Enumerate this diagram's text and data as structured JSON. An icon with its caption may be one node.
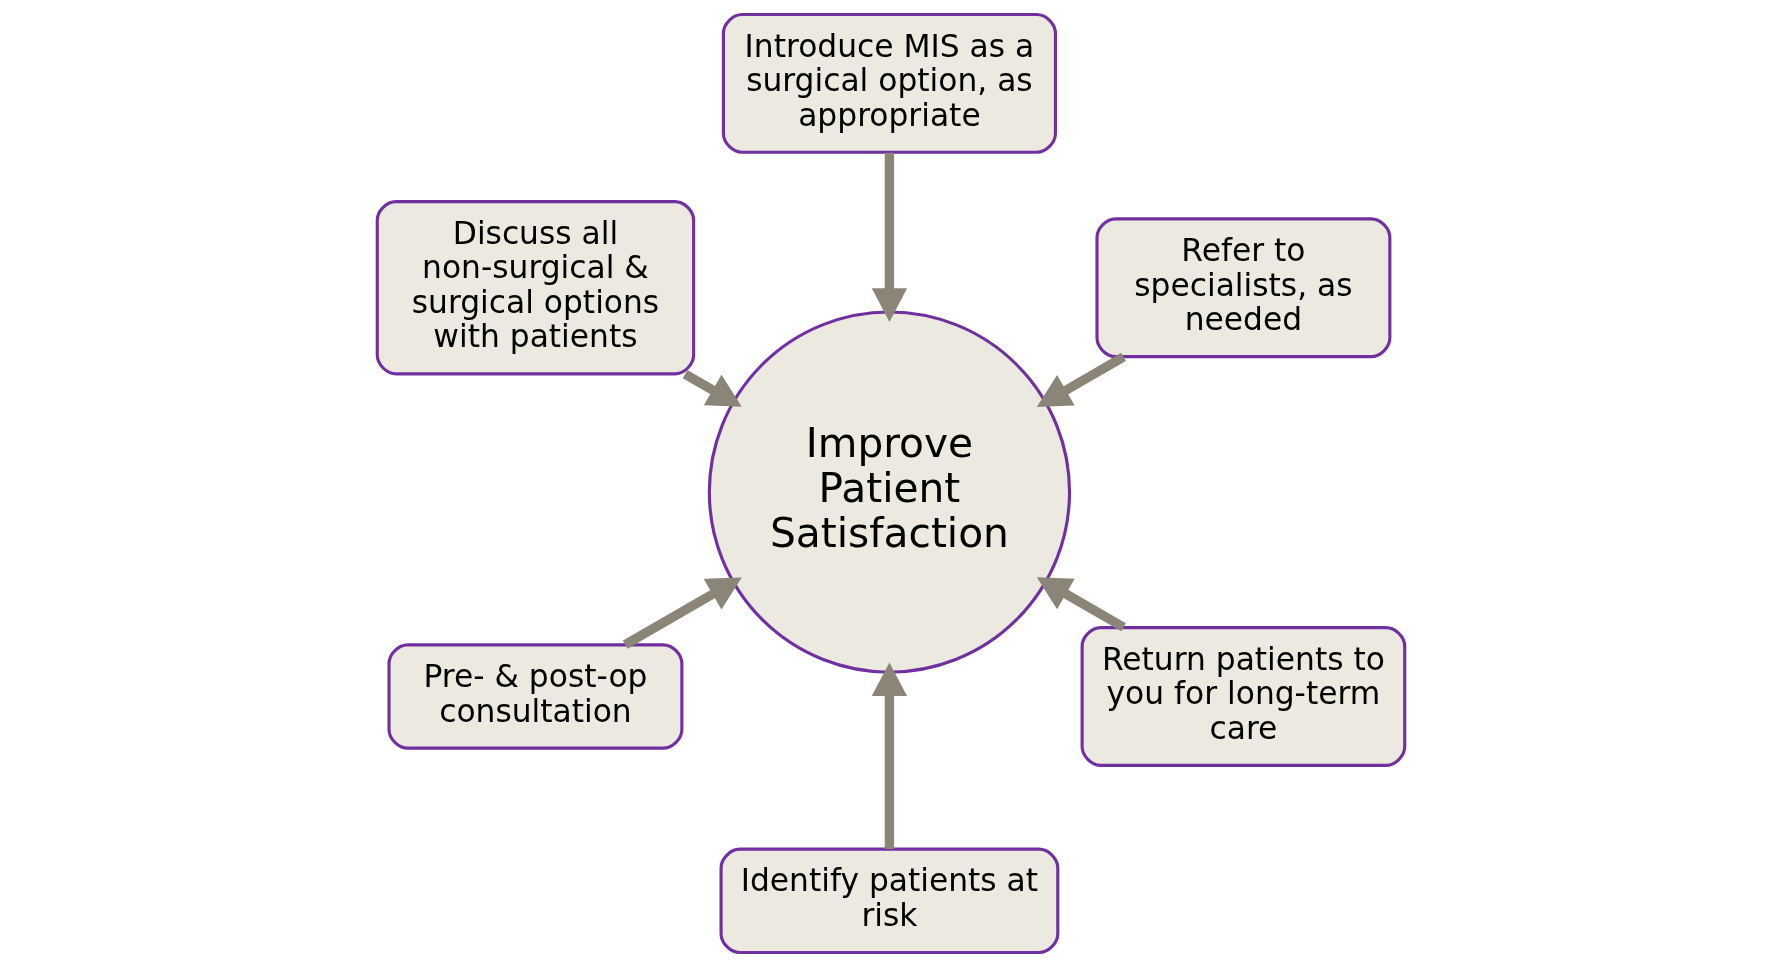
{
  "diagram": {
    "nodes": [
      {
        "text": [
          "Refer to specialists, as needed"
        ]
      },
      {
        "text": [
          "Introduce MIS as a surgical option, as appropriate"
        ]
      },
      {
        "text": [
          "Discuss all non-surgical & surgical options with patients"
        ]
      },
      {
        "text": [
          "Pre- & post-op consultation"
        ]
      },
      {
        "text": [
          "Identify patients at risk"
        ]
      },
      {
        "text": [
          "Improve Patient Satisfaction"
        ]
      },
      {
        "text": [
          "Return patients to you for long-term care"
        ]
      }
    ],
    "edges": [
      {
        "from": 0,
        "to": 5,
        "arrow": "to"
      },
      {
        "from": 1,
        "to": 5,
        "arrow": "to"
      },
      {
        "from": 2,
        "to": 5,
        "arrow": "to"
      },
      {
        "from": 3,
        "to": 5,
        "arrow": "to"
      },
      {
        "from": 4,
        "to": 5,
        "arrow": "to"
      },
      {
        "from": 6,
        "to": 5,
        "arrow": "to"
      }
    ]
  }
}
